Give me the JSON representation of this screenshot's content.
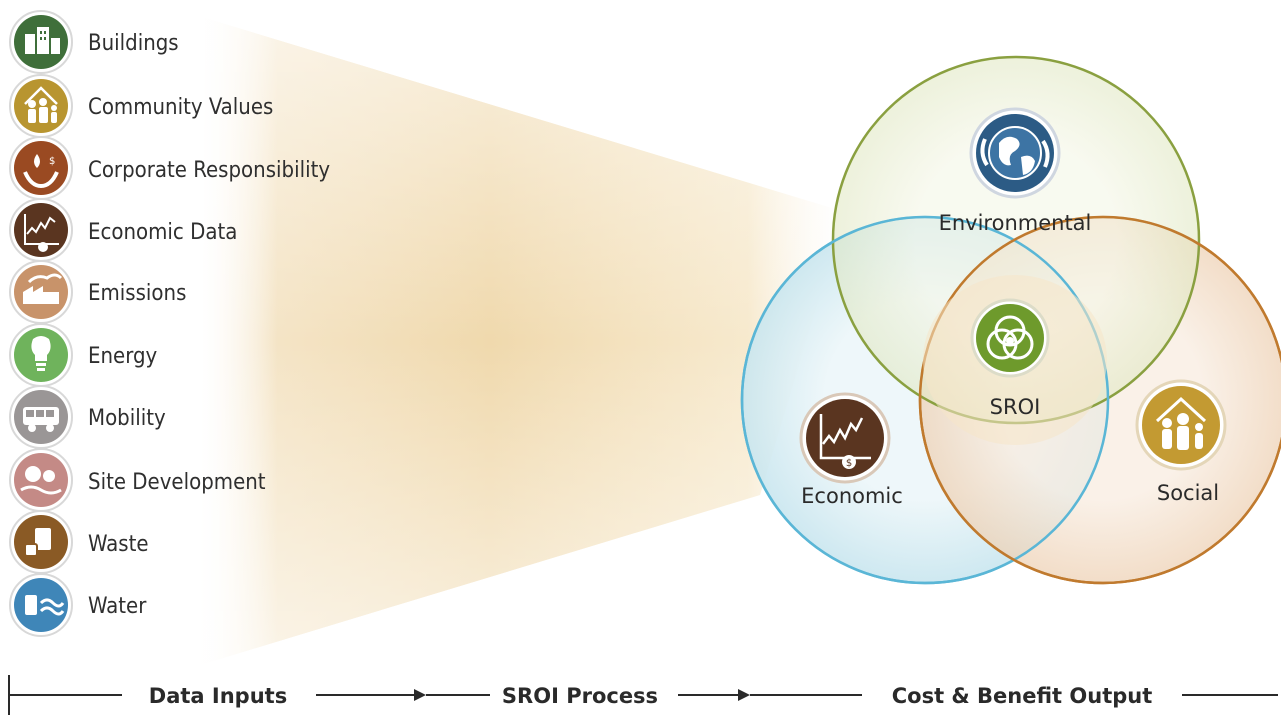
{
  "inputs": [
    {
      "label": "Buildings",
      "icon": "buildings-icon",
      "color": "#3f6f3a"
    },
    {
      "label": "Community Values",
      "icon": "community-icon",
      "color": "#b89530"
    },
    {
      "label": "Corporate Responsibility",
      "icon": "hands-icon",
      "color": "#9a4a22"
    },
    {
      "label": "Economic Data",
      "icon": "economic-chart-icon",
      "color": "#5a3520"
    },
    {
      "label": "Emissions",
      "icon": "factory-icon",
      "color": "#c8936a"
    },
    {
      "label": "Energy",
      "icon": "lightbulb-icon",
      "color": "#6fb35c"
    },
    {
      "label": "Mobility",
      "icon": "bus-icon",
      "color": "#9a9696"
    },
    {
      "label": "Site Development",
      "icon": "site-icon",
      "color": "#c48a86"
    },
    {
      "label": "Waste",
      "icon": "waste-icon",
      "color": "#8a5a25"
    },
    {
      "label": "Water",
      "icon": "water-icon",
      "color": "#3f86b8"
    }
  ],
  "venn": {
    "environmental": {
      "label": "Environmental",
      "color": "#8aa040"
    },
    "economic": {
      "label": "Economic",
      "color": "#5ab6d6"
    },
    "social": {
      "label": "Social",
      "color": "#c07a2e"
    },
    "center": {
      "label": "SROI",
      "color": "#6e9a2c"
    }
  },
  "timeline": {
    "stage1": "Data Inputs",
    "stage2": "SROI Process",
    "stage3": "Cost & Benefit Output"
  }
}
